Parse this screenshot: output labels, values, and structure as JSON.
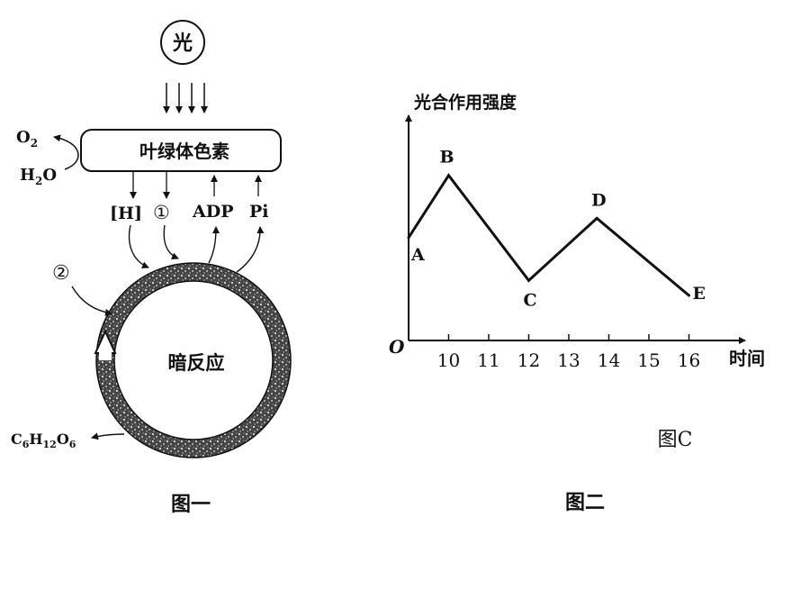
{
  "figure1": {
    "light": "光",
    "pigment": "叶绿体色素",
    "o2": "O",
    "o2_sub": "2",
    "h2o_h": "H",
    "h2o_sub": "2",
    "h2o_o": "O",
    "h": "[H]",
    "circle1": "①",
    "adp": "ADP",
    "pi": "Pi",
    "circle2": "②",
    "dark_reaction": "暗反应",
    "glucose": [
      {
        "t": "C",
        "sub": false
      },
      {
        "t": "6",
        "sub": true
      },
      {
        "t": "H",
        "sub": false
      },
      {
        "t": "12",
        "sub": true
      },
      {
        "t": "O",
        "sub": false
      },
      {
        "t": "6",
        "sub": true
      }
    ],
    "caption": "图一"
  },
  "figure2": {
    "caption": "图二",
    "sub_caption": "图C"
  },
  "chart_data": {
    "type": "line",
    "ylabel": "光合作用强度",
    "xlabel": "时间",
    "origin_label": "O",
    "x_ticks": [
      "10",
      "11",
      "12",
      "13",
      "14",
      "15",
      "16"
    ],
    "points": [
      {
        "label": "A",
        "x": 9.0,
        "y": 0.48
      },
      {
        "label": "B",
        "x": 10.0,
        "y": 0.77
      },
      {
        "label": "C",
        "x": 12.0,
        "y": 0.28
      },
      {
        "label": "D",
        "x": 13.7,
        "y": 0.57
      },
      {
        "label": "E",
        "x": 16.0,
        "y": 0.21
      }
    ],
    "xlim": [
      9.0,
      17.0
    ],
    "ylim": [
      0,
      1
    ],
    "grid": false
  }
}
